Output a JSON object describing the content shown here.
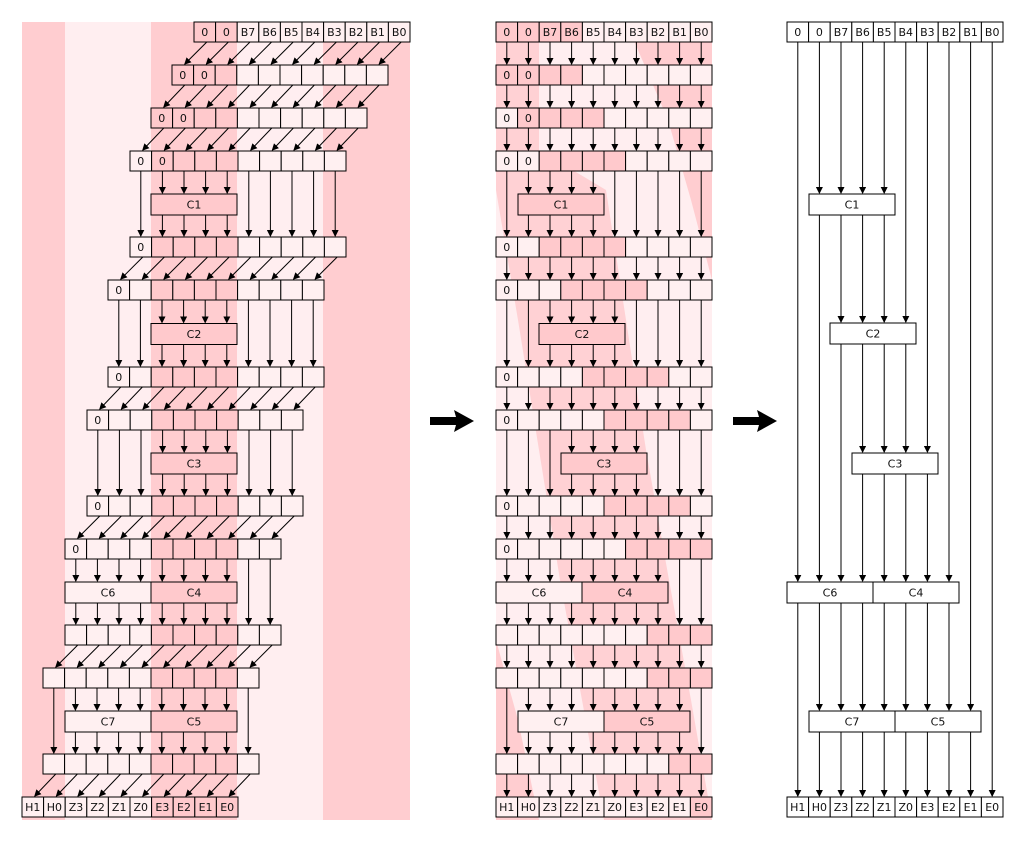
{
  "diagram": {
    "colors": {
      "strong": "#ffcdd0",
      "light": "#ffeef0",
      "cell_strong": "#ffc9cc",
      "cell_light": "#fff0f1",
      "line": "#000000",
      "arrow": "#000000"
    },
    "input_labels": [
      "0",
      "0",
      "B7",
      "B6",
      "B5",
      "B4",
      "B3",
      "B2",
      "B1",
      "B0"
    ],
    "output_labels": [
      "H1",
      "H0",
      "Z3",
      "Z2",
      "Z1",
      "Z0",
      "E3",
      "E2",
      "E1",
      "E0"
    ],
    "zero_label": "0",
    "components": {
      "c1": "C1",
      "c2": "C2",
      "c3": "C3",
      "c4": "C4",
      "c5": "C5",
      "c6": "C6",
      "c7": "C7"
    }
  }
}
